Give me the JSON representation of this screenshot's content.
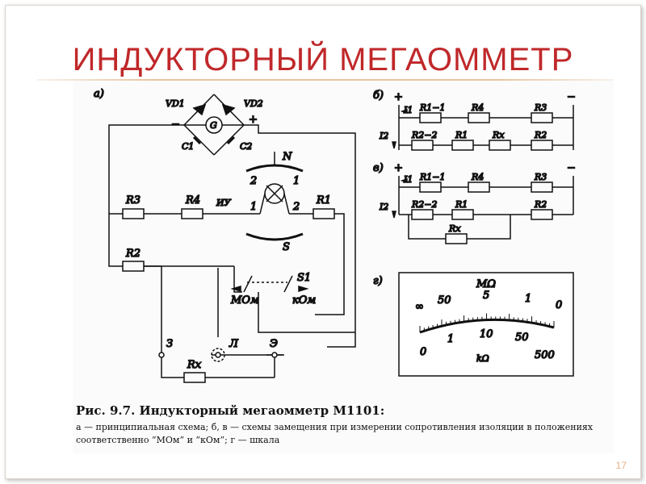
{
  "slide": {
    "title": "ИНДУКТОРНЫЙ МЕГАОММЕТР",
    "page_number": "17"
  },
  "figure": {
    "caption_title": "Рис. 9.7. Индукторный мегаомметр М1101:",
    "caption_text": "а — принципиальная схема; б, в — схемы замещения при измерении сопротивления изоляции в положениях соответственно ”МОм” и ”кОм”; г — шкала",
    "panel_a": {
      "label": "а)",
      "vd1": "VD1",
      "vd2": "VD2",
      "c1": "C1",
      "c2": "C2",
      "g": "G",
      "minus": "−",
      "plus": "+",
      "n": "N",
      "s": "S",
      "iu": "ИУ",
      "r1": "R1",
      "r2": "R2",
      "r3": "R3",
      "r4": "R4",
      "s1": "S1",
      "mohm": "МОм",
      "kohm": "кОм",
      "pin1": "1",
      "pin2": "2",
      "term_z": "З",
      "term_l": "Л",
      "term_e": "Э",
      "rx": "Rx"
    },
    "panel_b": {
      "label": "б)",
      "plus": "+",
      "minus": "−",
      "i1": "I1",
      "i2": "I2",
      "r11": "R1−1",
      "r4": "R4",
      "r3": "R3",
      "r22": "R2−2",
      "r1": "R1",
      "rx": "Rx",
      "r2": "R2"
    },
    "panel_c": {
      "label": "в)",
      "plus": "+",
      "minus": "−",
      "i1": "I1",
      "i2": "I2",
      "r11": "R1−1",
      "r4": "R4",
      "r3": "R3",
      "r22": "R2−2",
      "r1": "R1",
      "r2": "R2",
      "rx": "Rx"
    },
    "panel_d": {
      "label": "г)",
      "unit_top": "MΩ",
      "top_ticks": [
        "∞",
        "50",
        "5",
        "1",
        "0"
      ],
      "bottom_ticks": [
        "0",
        "1",
        "10",
        "50",
        "500"
      ],
      "unit_bottom": "kΩ"
    }
  }
}
